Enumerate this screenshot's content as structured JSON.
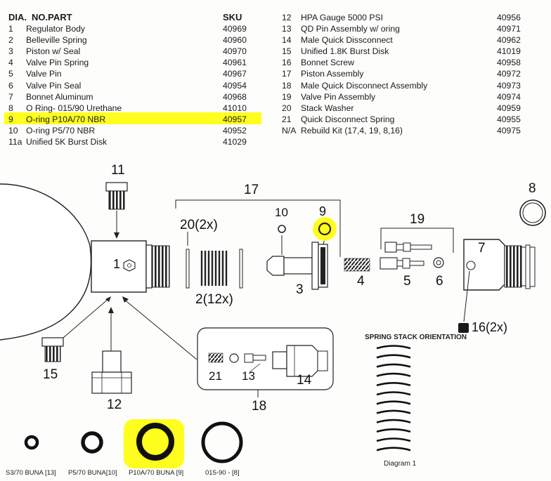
{
  "table": {
    "header": {
      "dia": "DIA.",
      "no_part": "NO.PART",
      "sku": "SKU"
    },
    "left_rows": [
      {
        "num": "1",
        "name": "Regulator Body",
        "sku": "40969"
      },
      {
        "num": "2",
        "name": "Belleville Spring",
        "sku": "40960"
      },
      {
        "num": "3",
        "name": "Piston w/ Seal",
        "sku": "40970"
      },
      {
        "num": "4",
        "name": "Valve Pin Spring",
        "sku": "40961"
      },
      {
        "num": "5",
        "name": "Valve Pin",
        "sku": "40967"
      },
      {
        "num": "6",
        "name": "Valve Pin Seal",
        "sku": "40954"
      },
      {
        "num": "7",
        "name": "Bonnet Aluminum",
        "sku": "40968"
      },
      {
        "num": "8",
        "name": "O Ring- 015/90 Urethane",
        "sku": "41010"
      },
      {
        "num": "9",
        "name": "O-ring P10A/70 NBR",
        "sku": "40957"
      },
      {
        "num": "10",
        "name": "O-ring P5/70 NBR",
        "sku": "40952"
      },
      {
        "num": "11a",
        "name": "Unified 5K Burst Disk",
        "sku": "41029"
      }
    ],
    "right_rows": [
      {
        "num": "12",
        "name": "HPA Gauge 5000 PSI",
        "sku": "40956"
      },
      {
        "num": "13",
        "name": "QD Pin Assembly w/ oring",
        "sku": "40971"
      },
      {
        "num": "14",
        "name": "Male Quick Dissconnect",
        "sku": "40962"
      },
      {
        "num": "15",
        "name": "Unified 1.8K Burst Disk",
        "sku": "41019"
      },
      {
        "num": "16",
        "name": "Bonnet Screw",
        "sku": "40958"
      },
      {
        "num": "17",
        "name": "Piston Assembly",
        "sku": "40972"
      },
      {
        "num": "18",
        "name": "Male Quick Disconnect Assembly",
        "sku": "40973"
      },
      {
        "num": "19",
        "name": "Valve Pin Assembly",
        "sku": "40974"
      },
      {
        "num": "20",
        "name": "Stack Washer",
        "sku": "40959"
      },
      {
        "num": "21",
        "name": "Quick Disconnect Spring",
        "sku": "40955"
      },
      {
        "num": "N/A",
        "name": "Rebuild Kit (17,4, 19, 8,16)",
        "sku": "40975"
      }
    ],
    "highlight_color": "#fffe1e"
  },
  "callouts": {
    "c1": "1",
    "c2": "2(12x)",
    "c3": "3",
    "c4": "4",
    "c5": "5",
    "c6": "6",
    "c7": "7",
    "c8": "8",
    "c9": "9",
    "c10": "10",
    "c11": "11",
    "c12": "12",
    "c13": "13",
    "c14": "14",
    "c15": "15",
    "c16": "16(2x)",
    "c17": "17",
    "c18": "18",
    "c19": "19",
    "c20": "20(2x)",
    "c21": "21"
  },
  "spring_stack": {
    "title": "SPRING STACK ORIENTATION",
    "caption": "Diagram 1"
  },
  "orings": [
    {
      "label": "S3/70 BUNA [13]"
    },
    {
      "label": "P5/70 BUNA[10]"
    },
    {
      "label": "P10A/70 BUNA [9]"
    },
    {
      "label": "015-90 - [8]"
    }
  ],
  "accent_color": "#fffe1e"
}
